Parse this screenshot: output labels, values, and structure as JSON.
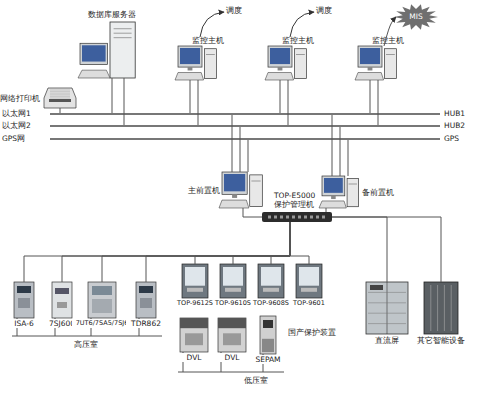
{
  "diagram": {
    "nodes": [
      {
        "text": [
          "数据库服务器"
        ]
      },
      {
        "text": [
          "网络打印机"
        ]
      },
      {
        "text": [
          "监控主机"
        ]
      },
      {
        "text": [
          "监控主机"
        ]
      },
      {
        "text": [
          "监控主机"
        ]
      },
      {
        "text": [
          "MIS"
        ]
      },
      {
        "text": [
          "以太网1",
          "HUB1"
        ]
      },
      {
        "text": [
          "以太网2",
          "HUB2"
        ]
      },
      {
        "text": [
          "GPS网",
          "GPS"
        ]
      },
      {
        "text": [
          "主前置机"
        ]
      },
      {
        "text": [
          "备前置机"
        ]
      },
      {
        "text": [
          "TOP-E5000 保护管理机"
        ]
      },
      {
        "text": [
          "ISA-6"
        ]
      },
      {
        "text": [
          "7SJ600"
        ]
      },
      {
        "text": [
          "7UT6/7SA5/7SJ6"
        ]
      },
      {
        "text": [
          "TDR862"
        ]
      },
      {
        "text": [
          "TOP-9612S"
        ]
      },
      {
        "text": [
          "TOP-9610S"
        ]
      },
      {
        "text": [
          "TOP-9608S"
        ]
      },
      {
        "text": [
          "TOP-9601"
        ]
      },
      {
        "text": [
          "DVL"
        ]
      },
      {
        "text": [
          "DVL"
        ]
      },
      {
        "text": [
          "SEPAM"
        ]
      },
      {
        "text": [
          "直流屏"
        ]
      },
      {
        "text": [
          "其它智能设备"
        ]
      }
    ],
    "edges": [
      {
        "from": 0,
        "to": 6,
        "arrow": "none"
      },
      {
        "from": 0,
        "to": 7,
        "arrow": "none"
      },
      {
        "from": 1,
        "to": 6,
        "arrow": "none"
      },
      {
        "from": 2,
        "to": 6,
        "arrow": "none"
      },
      {
        "from": 2,
        "to": 7,
        "arrow": "none"
      },
      {
        "from": 3,
        "to": 6,
        "arrow": "none"
      },
      {
        "from": 3,
        "to": 7,
        "arrow": "none"
      },
      {
        "from": 4,
        "to": 6,
        "arrow": "none"
      },
      {
        "from": 4,
        "to": 7,
        "arrow": "none"
      },
      {
        "from": 4,
        "to": 5,
        "arrow": "to"
      },
      {
        "from": 9,
        "to": 6,
        "arrow": "none"
      },
      {
        "from": 9,
        "to": 7,
        "arrow": "none"
      },
      {
        "from": 9,
        "to": 8,
        "arrow": "none"
      },
      {
        "from": 10,
        "to": 6,
        "arrow": "none"
      },
      {
        "from": 10,
        "to": 7,
        "arrow": "none"
      },
      {
        "from": 10,
        "to": 8,
        "arrow": "none"
      },
      {
        "from": 9,
        "to": 11,
        "arrow": "none"
      },
      {
        "from": 10,
        "to": 11,
        "arrow": "none"
      },
      {
        "from": 11,
        "to": 12,
        "arrow": "none"
      },
      {
        "from": 11,
        "to": 13,
        "arrow": "none"
      },
      {
        "from": 11,
        "to": 14,
        "arrow": "none"
      },
      {
        "from": 11,
        "to": 15,
        "arrow": "none"
      },
      {
        "from": 11,
        "to": 16,
        "arrow": "none"
      },
      {
        "from": 11,
        "to": 17,
        "arrow": "none"
      },
      {
        "from": 11,
        "to": 18,
        "arrow": "none"
      },
      {
        "from": 11,
        "to": 19,
        "arrow": "none"
      },
      {
        "from": 11,
        "to": 23,
        "arrow": "none"
      },
      {
        "from": 11,
        "to": 24,
        "arrow": "none"
      }
    ],
    "labels": [
      "调度",
      "调度",
      "国产保护装置",
      "高压室",
      "低压室"
    ]
  }
}
